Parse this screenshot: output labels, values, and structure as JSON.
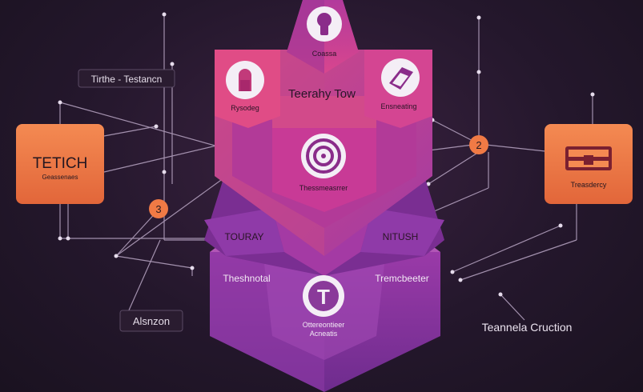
{
  "diagram": {
    "center_label": "Teerahy Tow",
    "left_card": {
      "title": "TETICH",
      "subtitle": "Geassenaes"
    },
    "right_card": {
      "caption": "Treasdercy"
    },
    "top_gem": {
      "caption": "Coassa"
    },
    "left_gem": {
      "caption": "Rysodeg"
    },
    "right_gem": {
      "caption": "Ensneating"
    },
    "core": {
      "caption": "Thessmeasrrer"
    },
    "left_facet": "TOURAY",
    "right_facet": "NITUSH",
    "bottom_left_text": "Theshnotal",
    "bottom_right_text": "Tremcbeeter",
    "base": {
      "caption_line1": "Ottereontieer",
      "caption_line2": "Acneatis",
      "badge_letter": "T"
    },
    "top_left_tag": "Tirthe - Testancn",
    "bottom_left_tag": "Alsnzon",
    "bottom_right_label": "Teannela Cruction",
    "badges": [
      "2",
      "3"
    ]
  },
  "colors": {
    "orange": "#f07a45",
    "magenta": "#c23a9a",
    "purple": "#8a3aa8",
    "pink": "#e0508a",
    "line": "#b9a6c4"
  },
  "icons": [
    "lock-icon",
    "keyhole-icon",
    "tag-icon",
    "target-icon",
    "t-letter-icon",
    "chest-icon"
  ]
}
